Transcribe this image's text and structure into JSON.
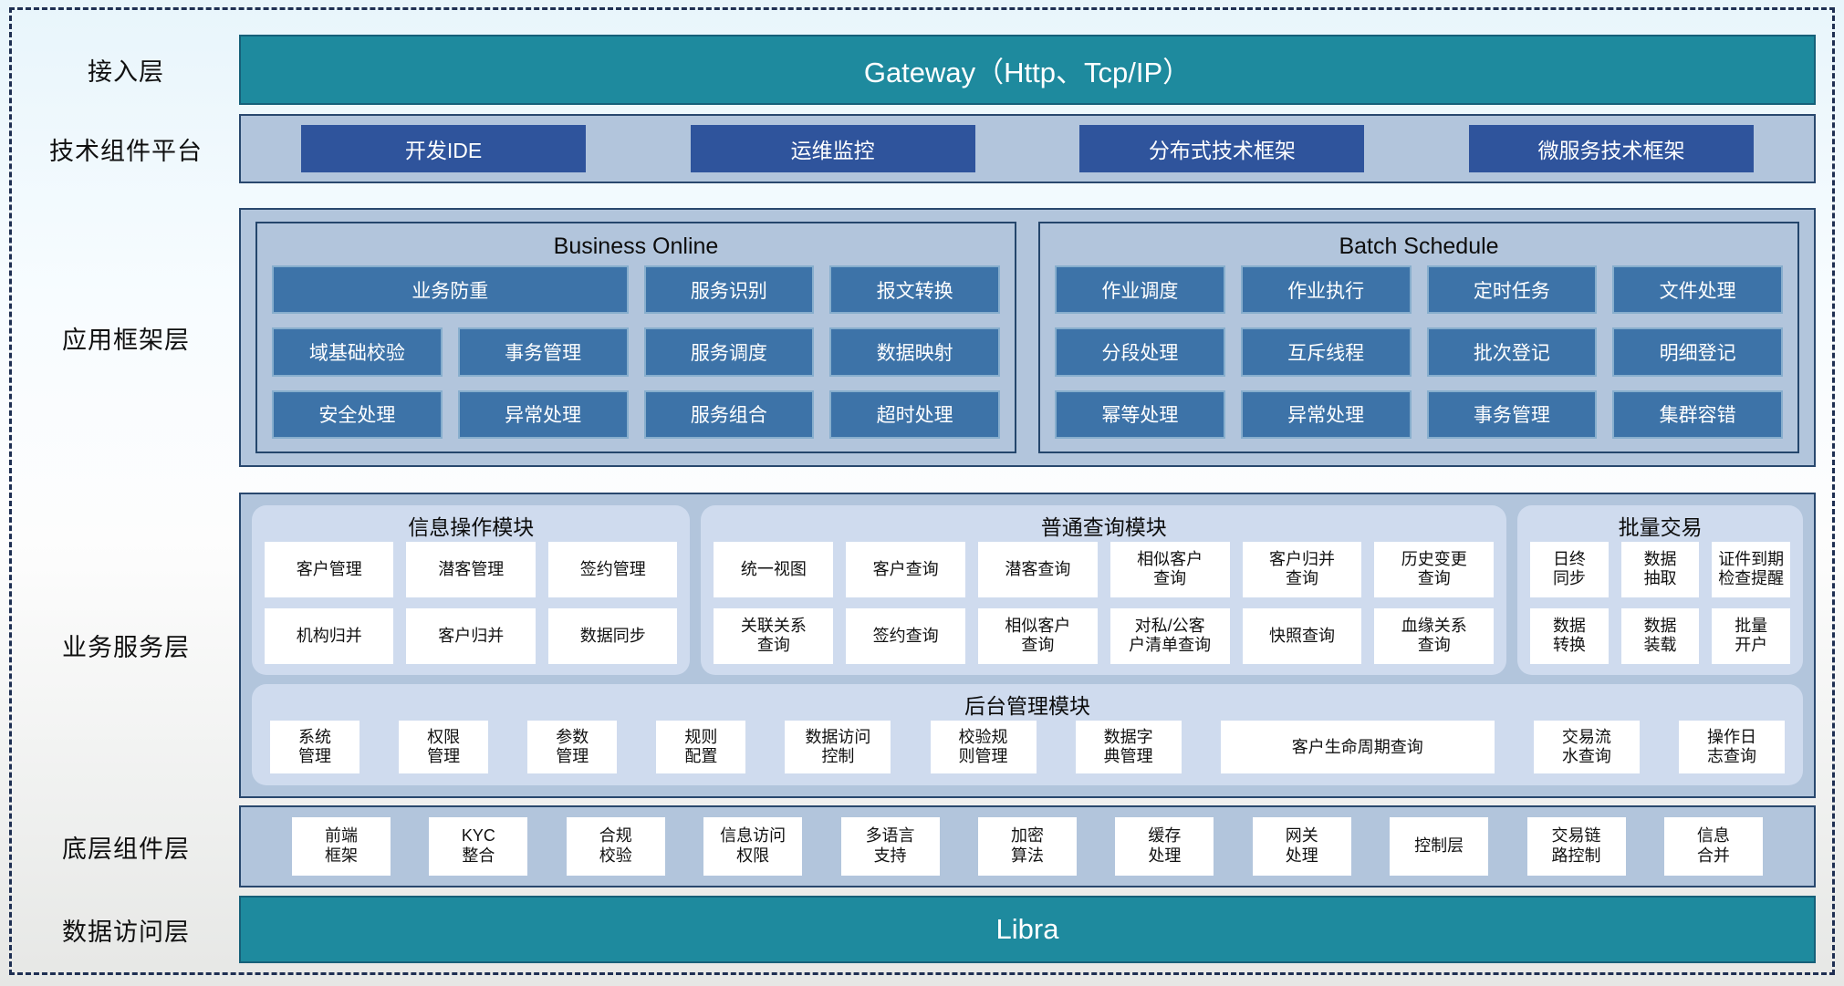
{
  "colors": {
    "teal": "#1e8a9e",
    "dark_blue_button": "#2f549c",
    "steel_blue_button": "#3d73a8",
    "container_blue": "#b2c5dc",
    "module_blue": "#cfdbee",
    "border_navy": "#29486e"
  },
  "access_layer": {
    "label": "接入层",
    "gateway": "Gateway（Http、Tcp/IP）"
  },
  "tech_platform": {
    "label": "技术组件平台",
    "items": [
      "开发IDE",
      "运维监控",
      "分布式技术框架",
      "微服务技术框架"
    ]
  },
  "app_framework": {
    "label": "应用框架层",
    "business_online": {
      "title": "Business Online",
      "items": [
        "业务防重",
        "服务识别",
        "报文转换",
        "域基础校验",
        "事务管理",
        "服务调度",
        "数据映射",
        "安全处理",
        "异常处理",
        "服务组合",
        "超时处理"
      ]
    },
    "batch_schedule": {
      "title": "Batch Schedule",
      "items": [
        "作业调度",
        "作业执行",
        "定时任务",
        "文件处理",
        "分段处理",
        "互斥线程",
        "批次登记",
        "明细登记",
        "幂等处理",
        "异常处理",
        "事务管理",
        "集群容错"
      ]
    }
  },
  "business_service": {
    "label": "业务服务层",
    "info_module": {
      "title": "信息操作模块",
      "items": [
        "客户管理",
        "潜客管理",
        "签约管理",
        "机构归并",
        "客户归并",
        "数据同步"
      ]
    },
    "query_module": {
      "title": "普通查询模块",
      "items": [
        "统一视图",
        "客户查询",
        "潜客查询",
        "相似客户\n查询",
        "客户归并\n查询",
        "历史变更\n查询",
        "关联关系\n查询",
        "签约查询",
        "相似客户\n查询",
        "对私/公客\n户清单查询",
        "快照查询",
        "血缘关系\n查询"
      ]
    },
    "batch_trade": {
      "title": "批量交易",
      "items": [
        "日终\n同步",
        "数据\n抽取",
        "证件到期\n检查提醒",
        "数据\n转换",
        "数据\n装载",
        "批量\n开户"
      ]
    },
    "admin_module": {
      "title": "后台管理模块",
      "items": [
        "系统\n管理",
        "权限\n管理",
        "参数\n管理",
        "规则\n配置",
        "数据访问\n控制",
        "校验规\n则管理",
        "数据字\n典管理",
        "客户生命周期查询",
        "交易流\n水查询",
        "操作日\n志查询"
      ]
    }
  },
  "base_components": {
    "label": "底层组件层",
    "items": [
      "前端\n框架",
      "KYC\n整合",
      "合规\n校验",
      "信息访问\n权限",
      "多语言\n支持",
      "加密\n算法",
      "缓存\n处理",
      "网关\n处理",
      "控制层",
      "交易链\n路控制",
      "信息\n合并"
    ]
  },
  "data_access": {
    "label": "数据访问层",
    "bar": "Libra"
  }
}
